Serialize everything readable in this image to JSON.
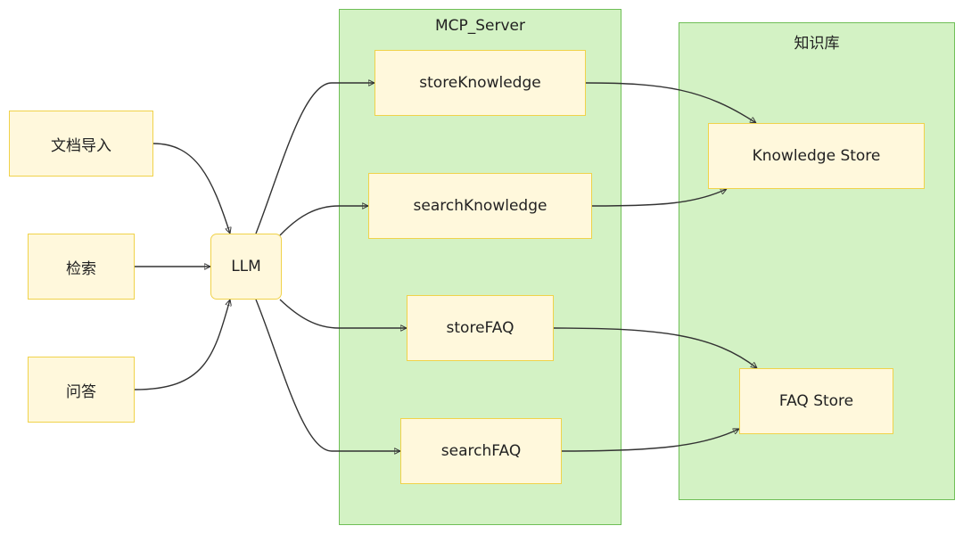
{
  "clusters": {
    "mcp_server": {
      "title": "MCP_Server"
    },
    "knowledge_base": {
      "title": "知识库"
    }
  },
  "nodes": {
    "doc_import": "文档导入",
    "search": "检索",
    "qa": "问答",
    "llm": "LLM",
    "store_knowledge": "storeKnowledge",
    "search_knowledge": "searchKnowledge",
    "store_faq": "storeFAQ",
    "search_faq": "searchFAQ",
    "knowledge_store": "Knowledge Store",
    "faq_store": "FAQ Store"
  },
  "edges": [
    {
      "from": "doc_import",
      "to": "llm"
    },
    {
      "from": "search",
      "to": "llm"
    },
    {
      "from": "qa",
      "to": "llm"
    },
    {
      "from": "llm",
      "to": "store_knowledge"
    },
    {
      "from": "llm",
      "to": "search_knowledge"
    },
    {
      "from": "llm",
      "to": "store_faq"
    },
    {
      "from": "llm",
      "to": "search_faq"
    },
    {
      "from": "store_knowledge",
      "to": "knowledge_store"
    },
    {
      "from": "search_knowledge",
      "to": "knowledge_store"
    },
    {
      "from": "store_faq",
      "to": "faq_store"
    },
    {
      "from": "search_faq",
      "to": "faq_store"
    }
  ],
  "colors": {
    "cluster_fill": "#d3f2c4",
    "cluster_border": "#6fbf57",
    "node_fill": "#fff8dc",
    "node_border": "#f0d24a",
    "edge": "#333333"
  }
}
